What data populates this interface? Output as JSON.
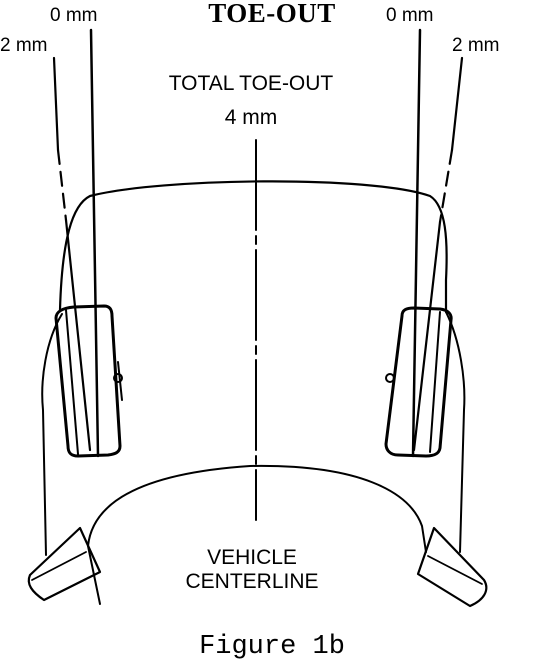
{
  "title": "TOE-OUT",
  "labels": {
    "left_zero": "0 mm",
    "left_two": "2 mm",
    "right_zero": "0 mm",
    "right_two": "2 mm",
    "total_line1": "TOTAL TOE-OUT",
    "total_line2": "4 mm",
    "centerline_line1": "VEHICLE",
    "centerline_line2": "CENTERLINE"
  },
  "caption": "Figure 1b",
  "colors": {
    "ink": "#000000",
    "paper": "#ffffff"
  }
}
